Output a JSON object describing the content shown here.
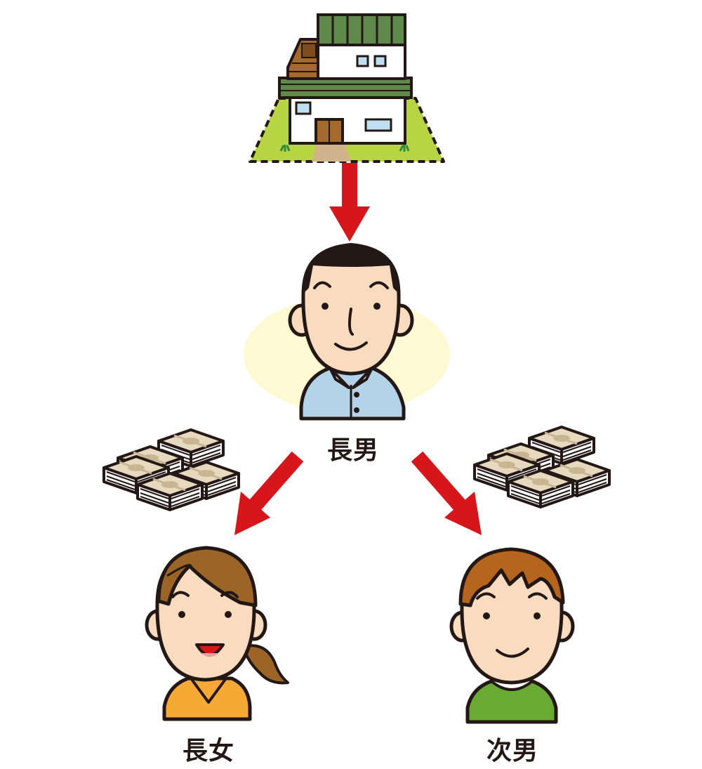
{
  "labels": {
    "eldest_son": "長男",
    "eldest_daughter": "長女",
    "second_son": "次男"
  },
  "colors": {
    "arrow": "#d7161c",
    "outline": "#231815",
    "skin": "#f9dcc0",
    "highlight": "#fdf9d2",
    "eldest_son_shirt": "#b3d3e8",
    "eldest_daughter_shirt": "#f7a935",
    "second_son_shirt": "#6aaa32",
    "daughter_hair": "#9c6426",
    "second_son_hair": "#b5651d",
    "roof": "#5f8a4c",
    "lawn": "#b7d443",
    "door": "#a46a2c",
    "money": "#d9c7a8"
  },
  "icons": [
    "house-icon",
    "person-icon",
    "money-stack-icon",
    "arrow-icon"
  ]
}
